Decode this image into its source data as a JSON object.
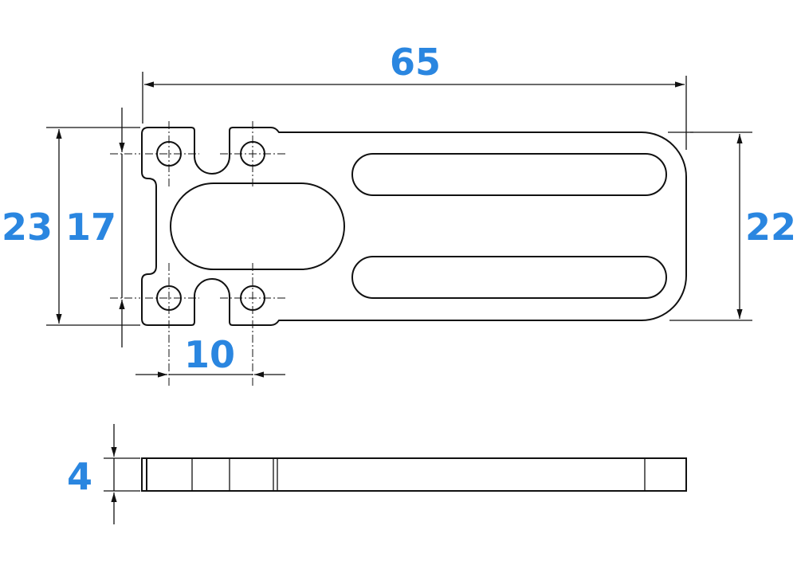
{
  "dimensions": {
    "overall_length": "65",
    "overall_height_left": "23",
    "hole_spacing_vertical": "17",
    "hole_spacing_horizontal": "10",
    "right_end_height": "22",
    "thickness": "4"
  },
  "colors": {
    "dimension_text": "#2a86e0",
    "lines": "#111111"
  }
}
